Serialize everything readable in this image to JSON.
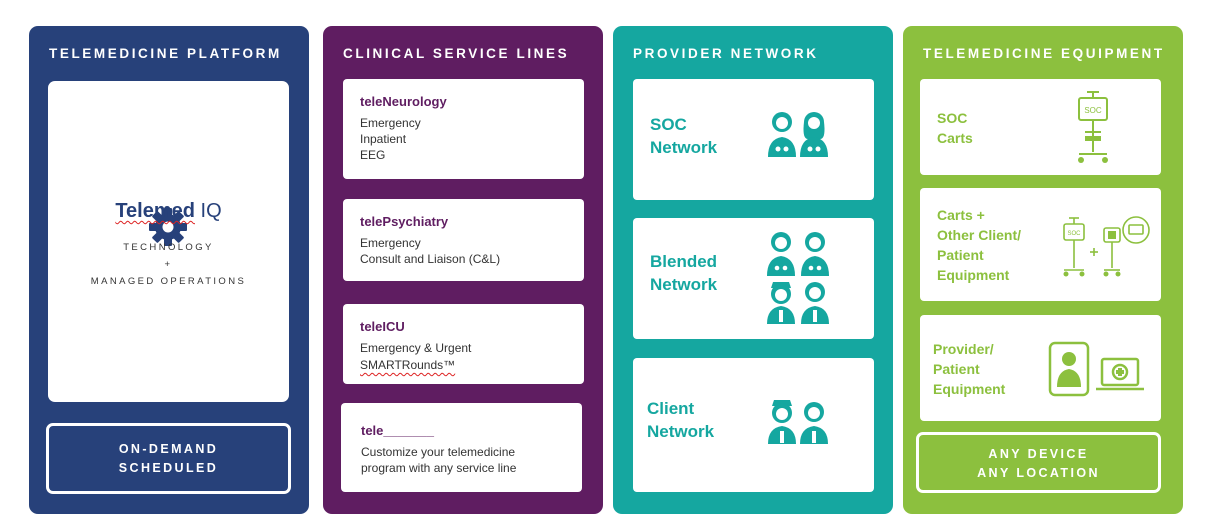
{
  "colors": {
    "platform": "#27417a",
    "clinical": "#5f1d61",
    "provider": "#15a7a0",
    "equipment": "#8cc03e"
  },
  "platform": {
    "title": "TELEMEDICINE PLATFORM",
    "brand_main": "Telemed",
    "brand_suffix": "IQ",
    "tag_line1": "TECHNOLOGY",
    "tag_plus": "+",
    "tag_line2": "MANAGED OPERATIONS",
    "box_line1": "ON-DEMAND",
    "box_line2": "SCHEDULED",
    "icon": "gear-icon"
  },
  "clinical": {
    "title": "CLINICAL SERVICE LINES",
    "services": [
      {
        "name": "teleNeurology",
        "lines": [
          "Emergency",
          "Inpatient",
          "EEG"
        ]
      },
      {
        "name": "telePsychiatry",
        "lines": [
          "Emergency",
          "Consult and Liaison (C&L)"
        ]
      },
      {
        "name": "teleICU",
        "lines": [
          "Emergency & Urgent",
          "SMARTRounds™"
        ]
      },
      {
        "name": "tele_______",
        "lines": [
          "Customize your telemedicine",
          "program with any service line"
        ]
      }
    ]
  },
  "provider": {
    "title": "PROVIDER NETWORK",
    "networks": [
      {
        "line1": "SOC",
        "line2": "Network",
        "icon": "doctors-icon"
      },
      {
        "line1": "Blended",
        "line2": "Network",
        "icon": "doctors-and-nurses-icon"
      },
      {
        "line1": "Client",
        "line2": "Network",
        "icon": "nurse-and-doctor-icon"
      }
    ]
  },
  "equipment": {
    "title": "TELEMEDICINE EQUIPMENT",
    "items": [
      {
        "lines": [
          "SOC",
          "Carts"
        ],
        "icon": "soc-cart-icon"
      },
      {
        "lines": [
          "Carts +",
          "Other Client/",
          "Patient",
          "Equipment"
        ],
        "icon": "carts-and-devices-icon"
      },
      {
        "lines": [
          "Provider/",
          "Patient",
          "Equipment"
        ],
        "icon": "tablet-and-laptop-icon"
      }
    ],
    "cart_label": "SOC",
    "box_line1": "ANY DEVICE",
    "box_line2": "ANY LOCATION"
  }
}
